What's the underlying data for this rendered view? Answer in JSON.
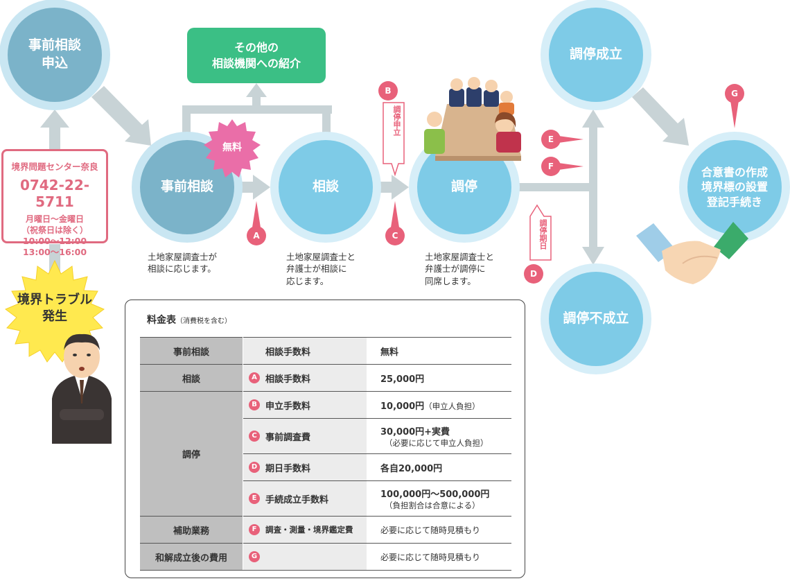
{
  "nodes": {
    "apply": "事前相談\n申込",
    "pre_consult": "事前相談",
    "consult": "相談",
    "mediation": "調停",
    "success": "調停成立",
    "failure": "調停不成立",
    "final": "合意書の作成\n境界標の設置\n登記手続き",
    "trouble": "境界トラブル\n発生",
    "free_badge": "無料",
    "other_orgs": "その他の\n相談機関への紹介"
  },
  "contact": {
    "name": "境界問題センター奈良",
    "phone": "0742-22-5711",
    "days": "月曜日〜金曜日\n（祝祭日は除く）",
    "hours": "10:00〜12:00\n13:00〜16:00"
  },
  "descriptions": {
    "pre_consult": "土地家屋調査士が\n相談に応じます。",
    "consult": "土地家屋調査士と\n弁護士が相談に\n応じます。",
    "mediation": "土地家屋調査士と\n弁護士が調停に\n同席します。"
  },
  "markers": {
    "A": "A",
    "B": "B",
    "C": "C",
    "D": "D",
    "E": "E",
    "F": "F",
    "G": "G",
    "b_label": "調停申立",
    "d_label": "調停期日"
  },
  "fee": {
    "title": "料金表",
    "title_note": "（消費税を含む）",
    "rows": [
      {
        "cat": "事前相談",
        "marker": "",
        "item": "相談手数料",
        "amount": "無料",
        "note": ""
      },
      {
        "cat": "相談",
        "marker": "A",
        "item": "相談手数料",
        "amount": "25,000円",
        "note": ""
      },
      {
        "cat": "調停",
        "marker": "B",
        "item": "申立手数料",
        "amount": "10,000円",
        "note": "（申立人負担）"
      },
      {
        "cat": "",
        "marker": "C",
        "item": "事前調査費",
        "amount": "30,000円+実費",
        "note": "（必要に応じて申立人負担）"
      },
      {
        "cat": "",
        "marker": "D",
        "item": "期日手数料",
        "amount": "各自20,000円",
        "note": ""
      },
      {
        "cat": "",
        "marker": "E",
        "item": "手続成立手数料",
        "amount": "100,000円〜500,000円",
        "note": "（負担割合は合意による）"
      },
      {
        "cat": "補助業務",
        "marker": "F",
        "item": "調査・測量・境界鑑定費",
        "amount": "必要に応じて随時見積もり",
        "note": ""
      },
      {
        "cat": "和解成立後の費用",
        "marker": "G",
        "item": "",
        "amount": "必要に応じて随時見積もり",
        "note": ""
      }
    ]
  },
  "colors": {
    "circle_dark": "#7bb3c9",
    "circle_light": "#7ecbe7",
    "ring": "#c9e6f2",
    "arrow": "#c8d3d6",
    "pink": "#e8617a",
    "green": "#3bbf85",
    "star": "#ffe94f"
  }
}
